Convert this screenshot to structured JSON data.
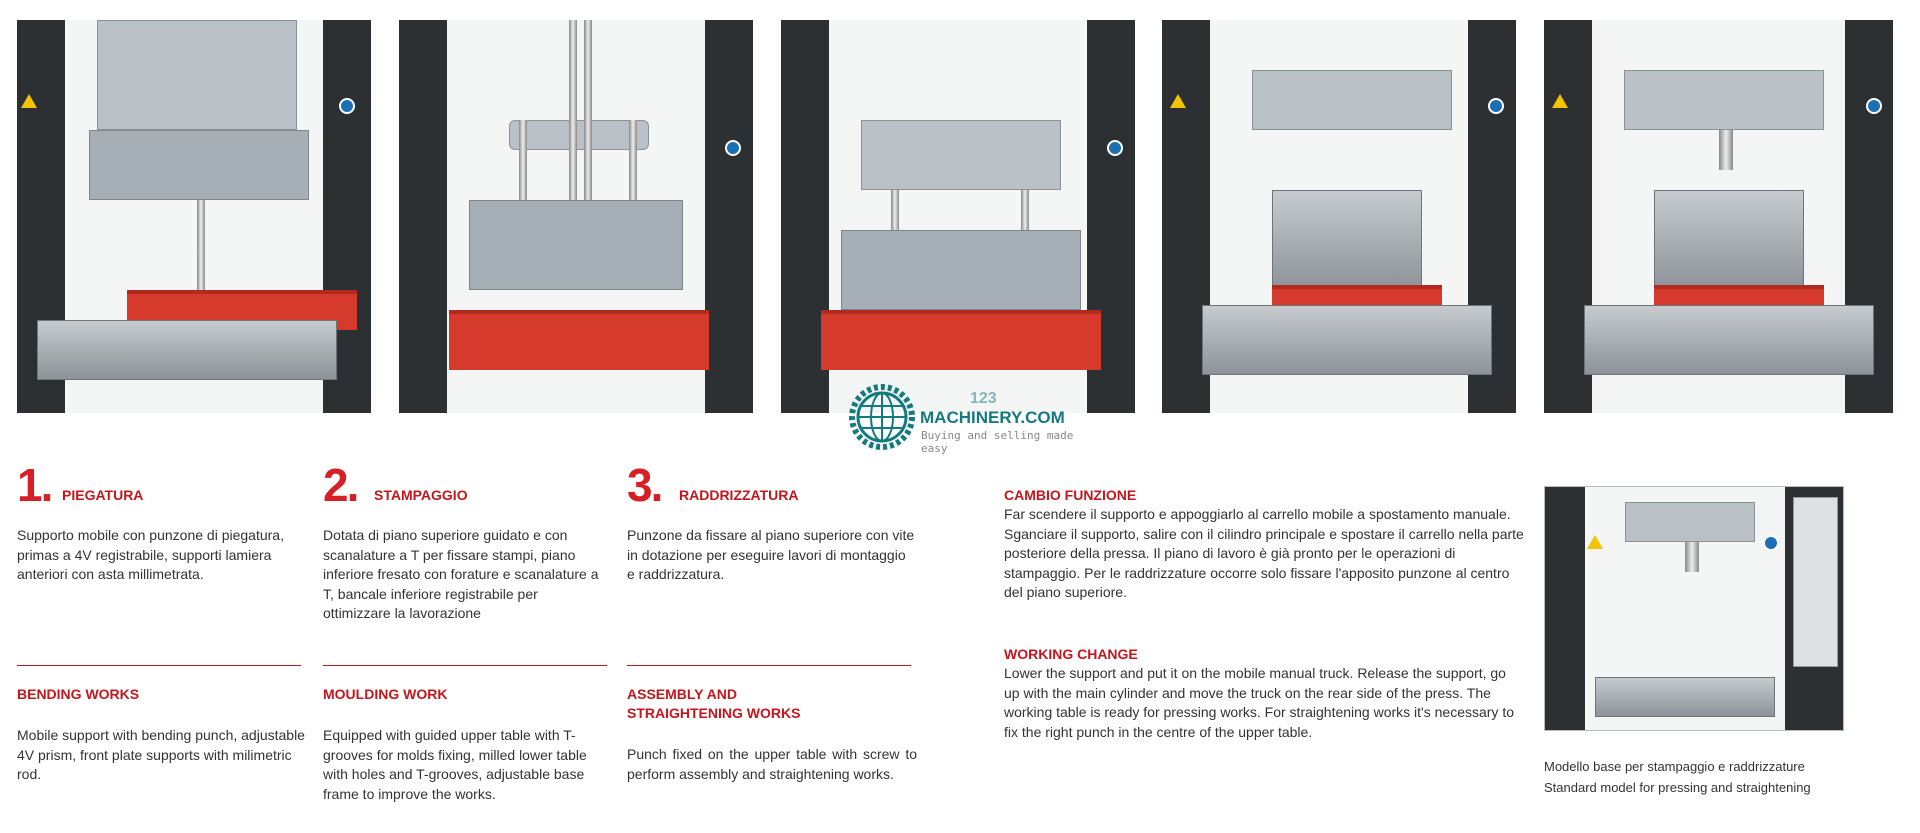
{
  "sections": [
    {
      "number": "1.",
      "title_it": "PIEGATURA",
      "text_it": "Supporto mobile con punzone di piegatura, primas a 4V registrabile, supporti lamiera anteriori con asta millimetrata.",
      "title_en": "BENDING WORKS",
      "text_en": "Mobile support with bending punch, adjustable 4V prism, front plate supports with milimetric rod."
    },
    {
      "number": "2.",
      "title_it": "STAMPAGGIO",
      "text_it": "Dotata di piano superiore guidato e con scanalature a T per fissare stampi, piano inferiore fresato con forature e scanalature a T, bancale inferiore registrabile per ottimizzare la lavorazione",
      "title_en": "MOULDING WORK",
      "text_en": "Equipped with guided upper table with T-grooves for molds fixing, milled lower table with holes and T-grooves, adjustable base frame to improve the works."
    },
    {
      "number": "3.",
      "title_it": "RADDRIZZATURA",
      "text_it": "Punzone da fissare al piano superiore con vite in dotazione per eseguire lavori di montaggio e raddrizzatura.",
      "title_en": "ASSEMBLY AND STRAIGHTENING WORKS",
      "text_en": "Punch fixed on the upper table with screw to perform assembly and straightening works."
    }
  ],
  "change": {
    "title_it": "CAMBIO FUNZIONE",
    "text_it": "Far scendere il supporto e appoggiarlo al carrello mobile a spostamento manuale. Sganciare il supporto, salire con il cilindro principale e spostare il carrello nella parte posteriore della pressa. Il piano di lavoro è già pronto per le operazioni di stampaggio. Per le raddrizzature occorre solo fissare l'apposito punzone al centro del piano superiore.",
    "title_en": "WORKING CHANGE",
    "text_en": "Lower the support and put it on the mobile manual truck. Release the support, go up with the main cylinder and move the truck on the rear side of the press. The working table is ready for pressing works. For straightening works it's necessary to fix the right punch in the centre of the upper table."
  },
  "caption": {
    "it": "Modello base per stampaggio e raddrizzature",
    "en": "Standard model for pressing and straightening"
  },
  "watermark": {
    "line1": "123",
    "line2": "MACHINERY.COM",
    "tagline": "Buying and selling made easy"
  },
  "colors": {
    "accent": "#c4161c",
    "frame": "#2c3033",
    "table": "#d63a2c",
    "logo": "#137a7f"
  }
}
